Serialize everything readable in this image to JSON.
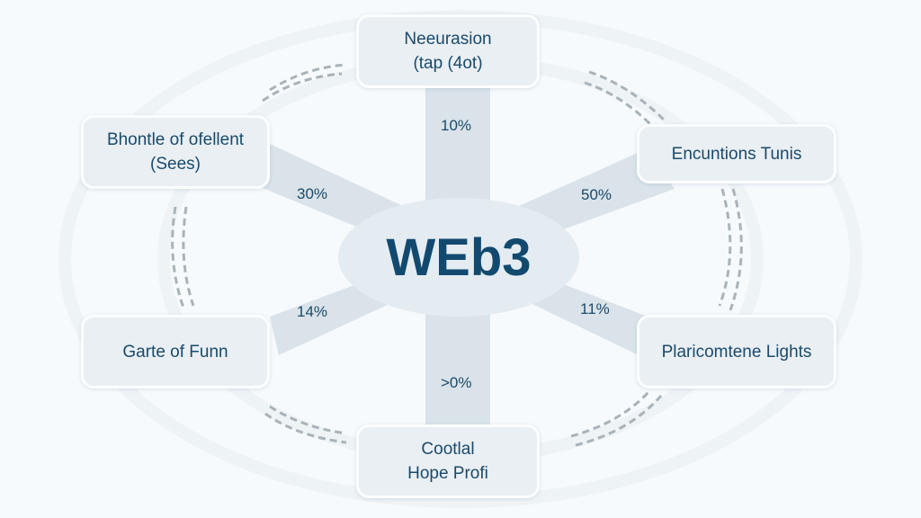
{
  "center": {
    "label": "WEb3"
  },
  "nodes": [
    {
      "line1": "Neeurasion",
      "line2": "(tap (4ot)",
      "percent": "10%"
    },
    {
      "line1": "Encuntions Tunis",
      "percent": "50%"
    },
    {
      "line1": "Plaricomtene Lights",
      "percent": "11%"
    },
    {
      "line1": "Cootlal",
      "line2": "Hope Profi",
      "percent": ">0%"
    },
    {
      "line1": "Garte of Funn",
      "percent": "14%"
    },
    {
      "line1": "Bhontle of ofellent",
      "line2": "(Sees)",
      "percent": "30%"
    }
  ],
  "colors": {
    "text": "#1b4a6b",
    "spoke": "#d9e3e9",
    "box": "#e9eff3"
  }
}
